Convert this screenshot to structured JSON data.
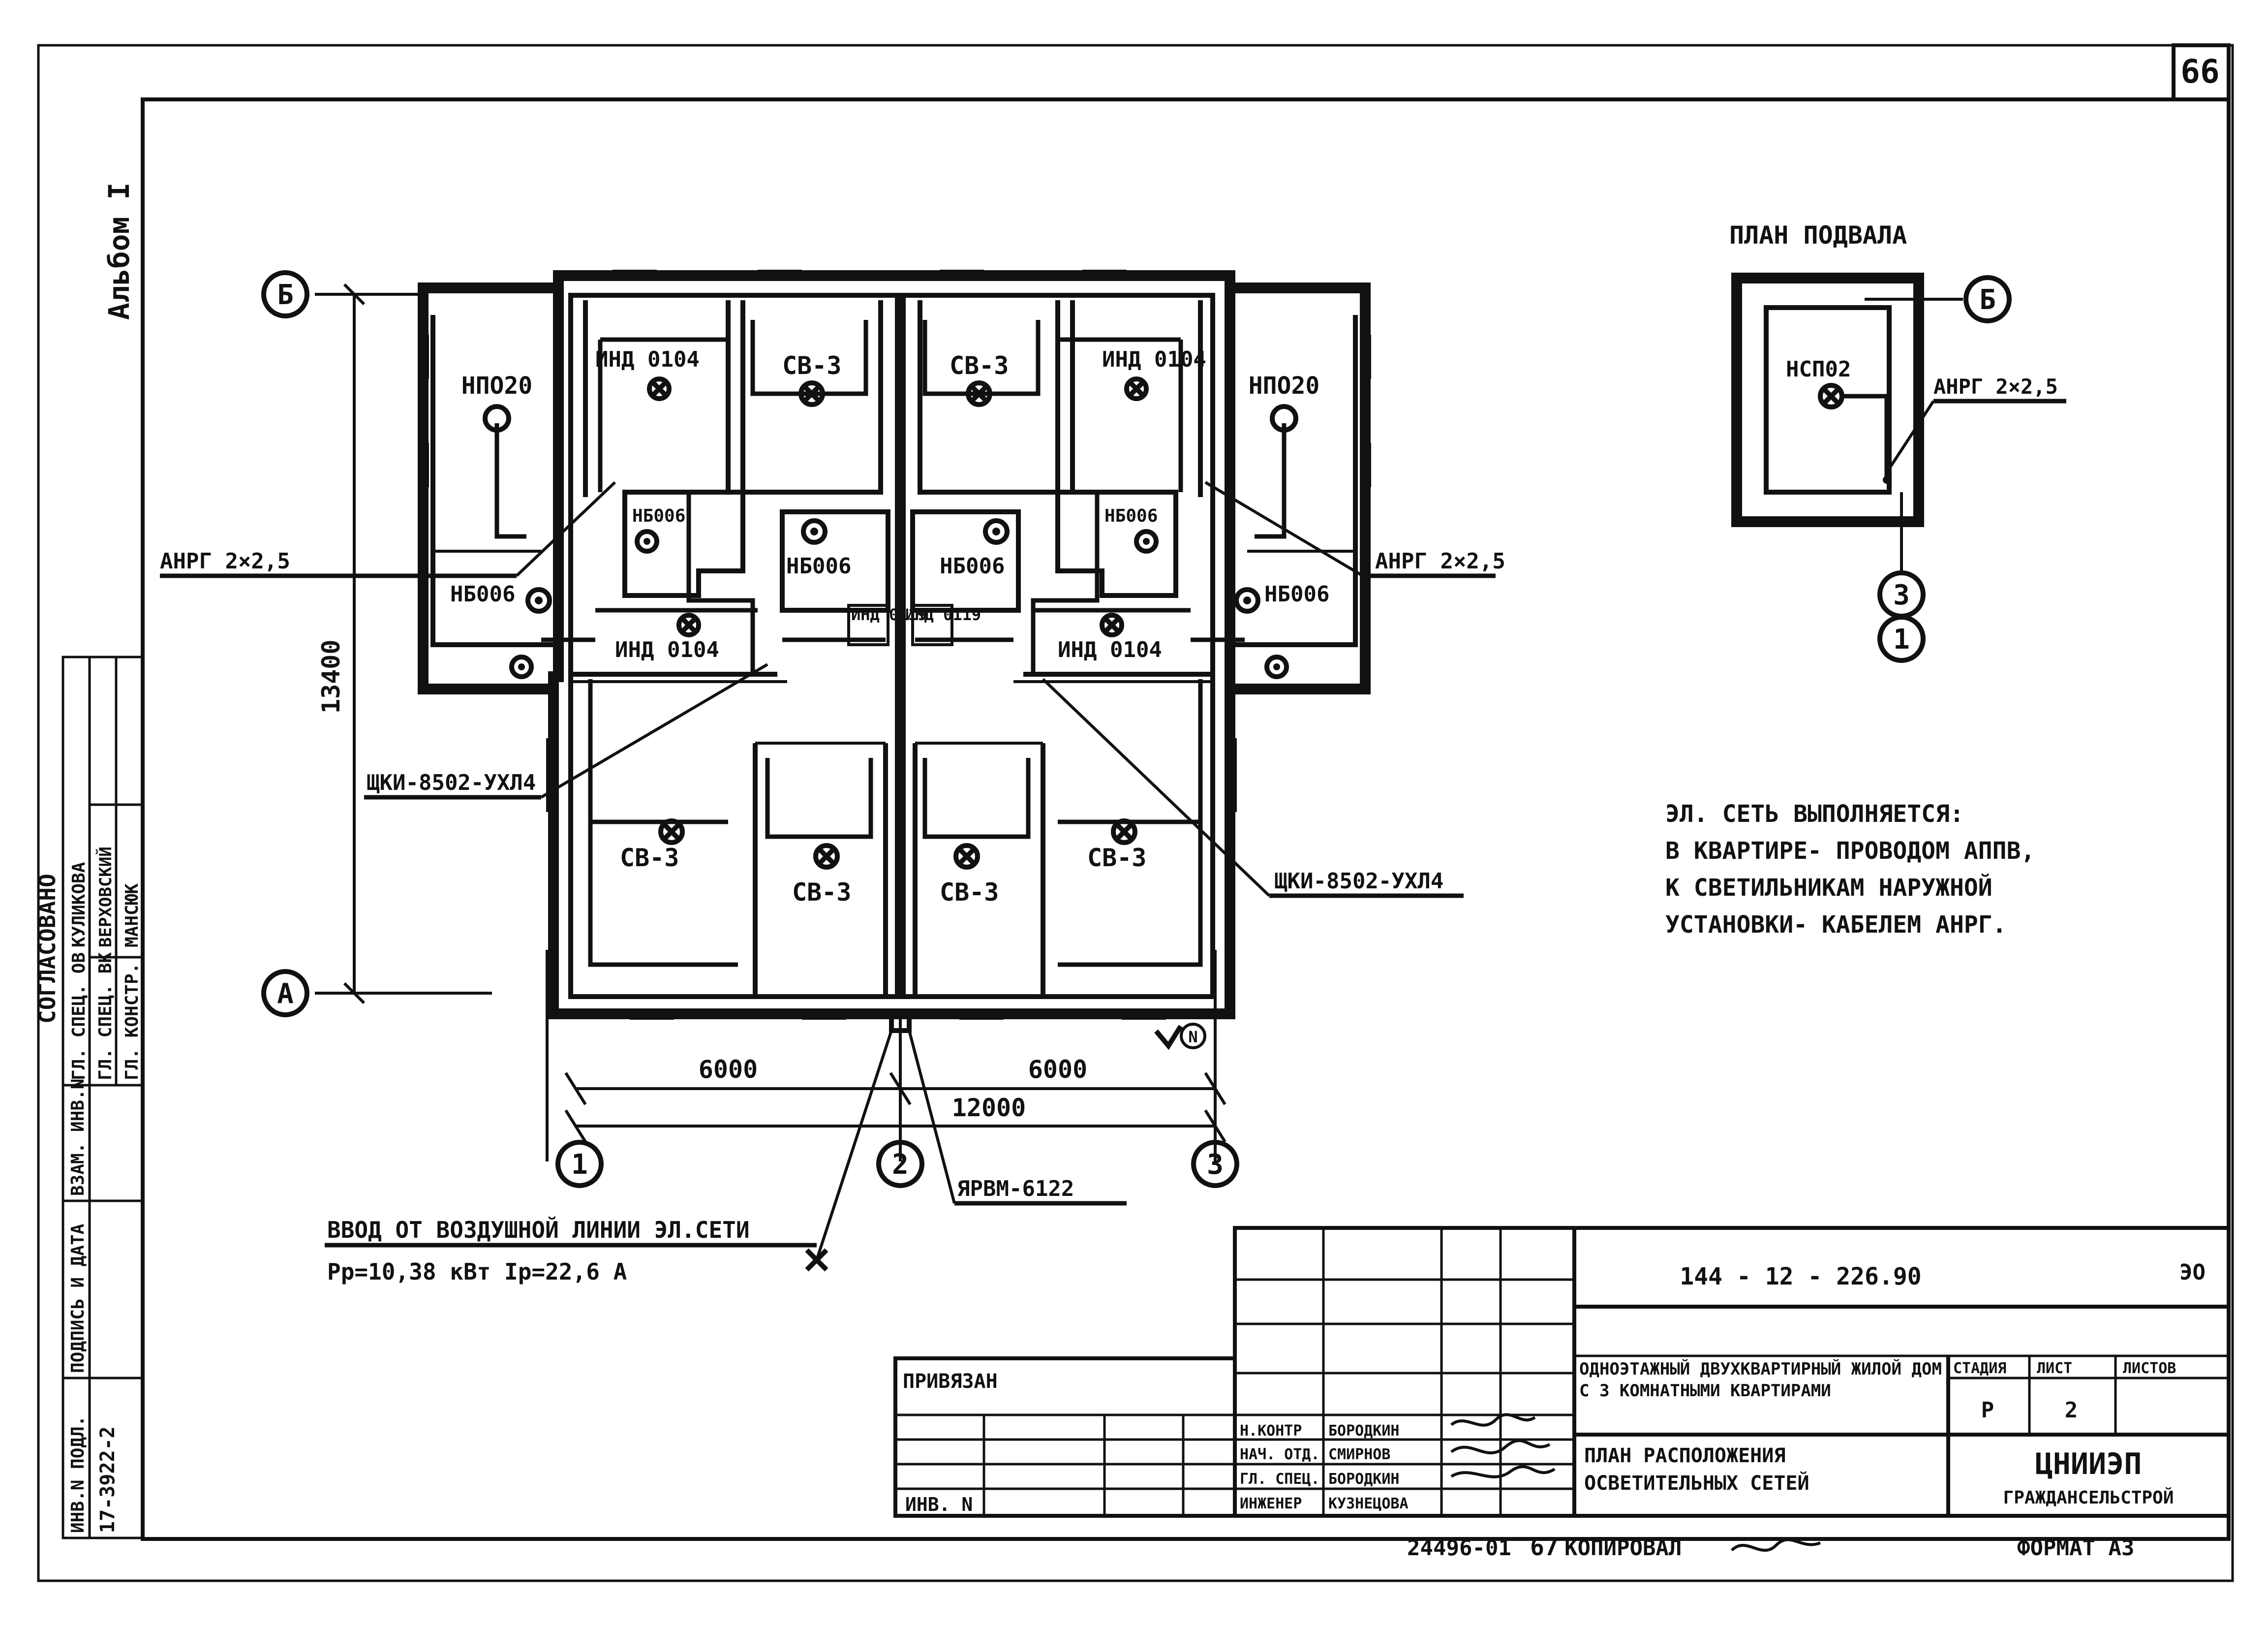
{
  "sheet": {
    "page_number": "66",
    "album": "Альбом I",
    "agreed": "СОГЛАСОВАНО"
  },
  "approvals": [
    {
      "role": "ГЛ. СПЕЦ. ОВ",
      "name": "КУЛИКОВА"
    },
    {
      "role": "ГЛ. СПЕЦ. ВК",
      "name": "ВЕРХОВСКИЙ"
    },
    {
      "role": "ГЛ. КОНСТР.",
      "name": "МАНСЮК"
    }
  ],
  "side_stamp": {
    "inv_podl": "ИНВ.N ПОДЛ.",
    "inv_podl_value": "17-3922-2",
    "signature_date": "ПОДПИСЬ И ДАТА",
    "vzam_inv": "ВЗАМ. ИНВ.N"
  },
  "plan": {
    "axes": {
      "B": "Б",
      "A": "А",
      "n1": "1",
      "n2": "2",
      "n3": "3"
    },
    "dimensions": {
      "height": "13400",
      "left": "6000",
      "right": "6000",
      "total": "12000"
    },
    "fixtures": {
      "np020": "НПО20",
      "nb006": "НБ006",
      "ind0104": "ИНД 0104",
      "ind0119": "ИНД 0119",
      "cv3": "СВ-3"
    },
    "cables": {
      "anrg": "АНРГ 2×2,5",
      "panel": "ЩКИ-8502-УХЛ4",
      "box": "ЯРВМ-6122"
    },
    "north": "N",
    "input_title": "ВВОД ОТ ВОЗДУШНОЙ ЛИНИИ ЭЛ.СЕТИ",
    "input_power": "Рр=10,38 кВт  Iр=22,6 А"
  },
  "basement": {
    "title": "ПЛАН ПОДВАЛА",
    "fixture": "НСП02",
    "cable": "АНРГ 2×2,5",
    "axis_b": "Б",
    "axis_3": "3",
    "axis_1": "1"
  },
  "notes": [
    "ЭЛ. СЕТЬ ВЫПОЛНЯЕТСЯ:",
    "В КВАРТИРЕ- ПРОВОДОМ АППВ,",
    "К СВЕТИЛЬНИКАМ НАРУЖНОЙ",
    "УСТАНОВКИ- КАБЕЛЕМ АНРГ."
  ],
  "title_block": {
    "doc_code": "144 - 12 - 226.90",
    "section": "ЭО",
    "privyazan": "ПРИВЯЗАН",
    "inv_n": "ИНВ. N",
    "project_title": "ОДНОЭТАЖНЫЙ ДВУХКВАРТИРНЫЙ ЖИЛОЙ ДОМ С 3 КОМНАТНЫМИ КВАРТИРАМИ",
    "sheet_title": "ПЛАН РАСПОЛОЖЕНИЯ ОСВЕТИТЕЛЬНЫХ СЕТЕЙ",
    "stage_label": "СТАДИЯ",
    "list_label": "ЛИСТ",
    "lists_label": "ЛИСТОВ",
    "stage": "Р",
    "list": "2",
    "org": "ЦНИИЭП",
    "org_sub": "ГРАЖДАНСЕЛЬСТРОЙ",
    "staff": [
      {
        "role": "Н.КОНТР",
        "name": "БОРОДКИН"
      },
      {
        "role": "НАЧ. ОТД.",
        "name": "СМИРНОВ"
      },
      {
        "role": "ГЛ. СПЕЦ.",
        "name": "БОРОДКИН"
      },
      {
        "role": "ИНЖЕНЕР",
        "name": "КУЗНЕЦОВА"
      }
    ],
    "bottom_code": "24496-01",
    "bottom_sheet": "67",
    "copied": "КОПИРОВАЛ",
    "format": "ФОРМАТ А3"
  }
}
